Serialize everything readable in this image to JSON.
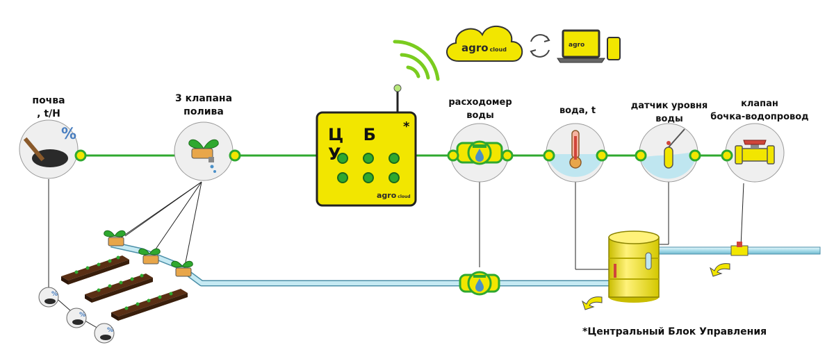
{
  "labels": {
    "soil": [
      "почва",
      ", t/H"
    ],
    "valves": [
      "3 клапана",
      "полива"
    ],
    "flowmeter": [
      "расходомер",
      "воды"
    ],
    "water_temp": [
      "вода, t"
    ],
    "level_sensor": [
      "датчик уровня",
      "воды"
    ],
    "barrel_valve": [
      "клапан",
      "бочка-водопровод"
    ]
  },
  "cbu": {
    "letters": [
      "Ц",
      "Б",
      "У"
    ],
    "asterisk": "*",
    "logo_text": "agro",
    "logo_suffix": "cloud"
  },
  "cloud": {
    "logo_text": "agro",
    "logo_suffix": "cloud"
  },
  "sensor_icons": {
    "soil_percent": "%",
    "small_percent": "%"
  },
  "footnote": "*Центральный Блок Управления",
  "colors": {
    "yellow": "#f2e600",
    "green_line": "#2fa82f",
    "pipe": "#bfe6f0",
    "circle_bg": "#f0f0f0"
  }
}
